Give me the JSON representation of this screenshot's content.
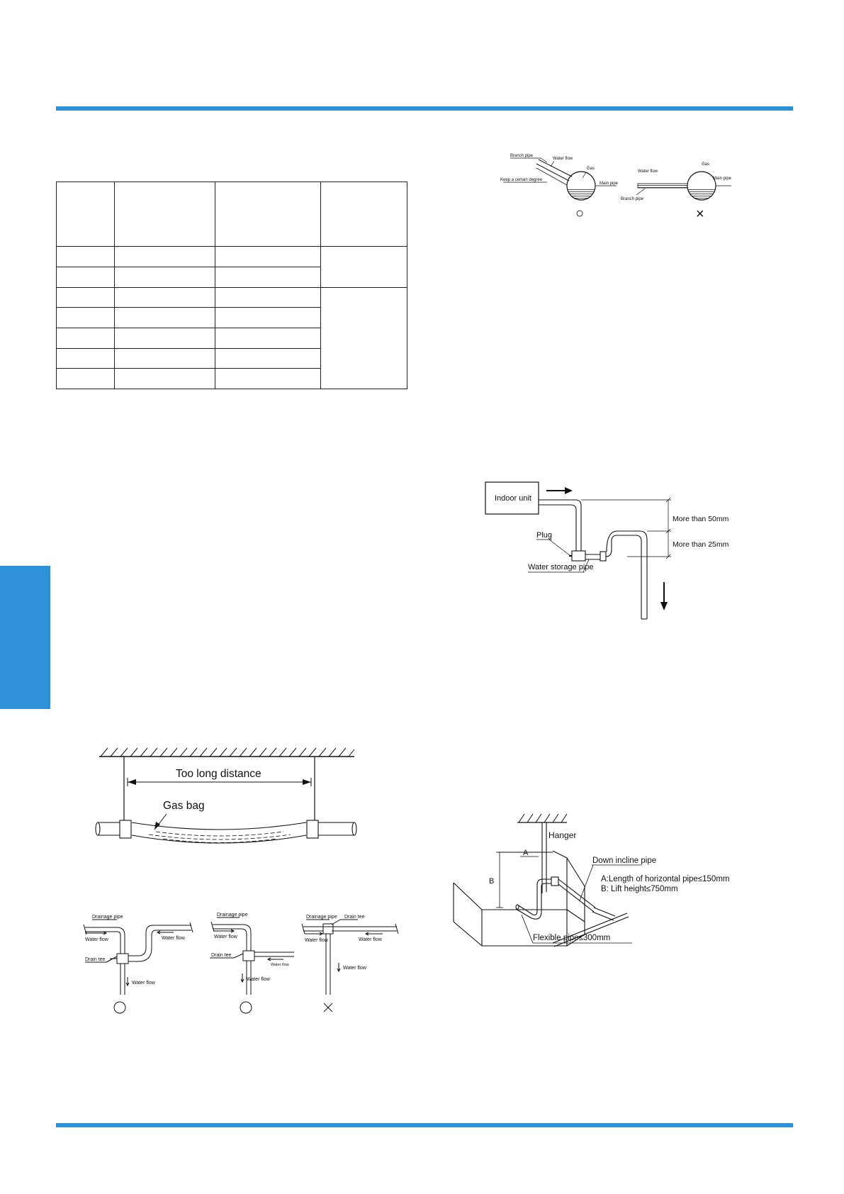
{
  "page": {
    "accent_color": "#2e90d6"
  },
  "branch_figure": {
    "labels": {
      "branch_pipe": "Branch pipe",
      "water_flow": "Water flow",
      "gas": "Gas",
      "keep_degree": "Keep a certain degree",
      "main_pipe": "Main pipe"
    },
    "ok_mark": "○",
    "ng_mark": "×"
  },
  "drain_trap_figure": {
    "indoor_unit": "Indoor  unit",
    "plug": "Plug",
    "water_storage_pipe": "Water storage pipe",
    "dim_top": "More than 50mm",
    "dim_bottom": "More than 25mm"
  },
  "gas_bag_figure": {
    "distance_label": "Too long distance",
    "gas_bag_label": "Gas bag"
  },
  "tee_figure": {
    "drainage_pipe": "Drainage pipe",
    "water_flow": "Water flow",
    "drain_tee": "Drain  tee",
    "drain_tee_right": "Drain  tee",
    "ok_mark": "○",
    "ng_mark": "×"
  },
  "lift_figure": {
    "hanger": "Hanger",
    "down_incline_pipe": "Down incline pipe",
    "note_a": "A:Length of horizontal pipe≤150mm",
    "note_b": "B: Lift height≤750mm",
    "flexible_pipe": "Flexible pipe≤300mm",
    "dim_a": "A",
    "dim_b": "B"
  }
}
